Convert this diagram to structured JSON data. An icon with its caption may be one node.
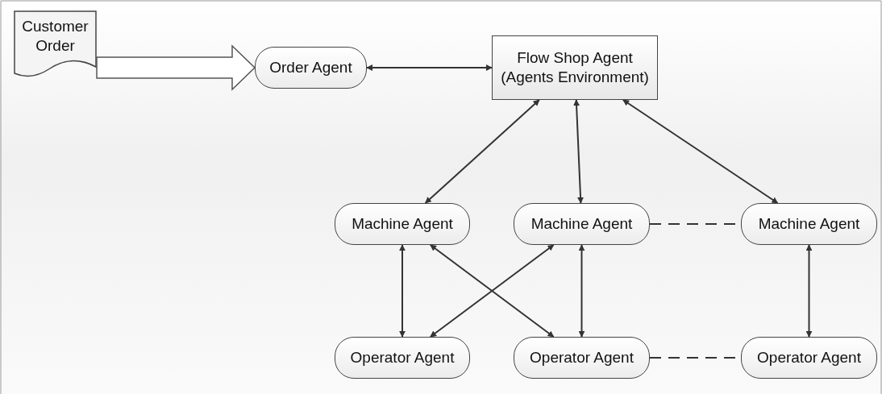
{
  "diagram": {
    "nodes": [
      {
        "text": [
          "Customer Order"
        ]
      },
      {
        "text": [
          "Order Agent"
        ]
      },
      {
        "text": [
          "Flow Shop Agent (Agents Environment)"
        ]
      },
      {
        "text": [
          "Machine Agent"
        ]
      },
      {
        "text": [
          "Machine Agent"
        ]
      },
      {
        "text": [
          "Machine Agent"
        ]
      },
      {
        "text": [
          "Operator Agent"
        ]
      },
      {
        "text": [
          "Operator Agent"
        ]
      },
      {
        "text": [
          "Operator Agent"
        ]
      }
    ],
    "edges": [
      {
        "from": 0,
        "to": 1,
        "arrow": "to",
        "style": "thick"
      },
      {
        "from": 1,
        "to": 2,
        "arrow": "both"
      },
      {
        "from": 2,
        "to": 3,
        "arrow": "both"
      },
      {
        "from": 2,
        "to": 4,
        "arrow": "both"
      },
      {
        "from": 2,
        "to": 5,
        "arrow": "both"
      },
      {
        "from": 4,
        "to": 5,
        "arrow": "none",
        "style": "dashed"
      },
      {
        "from": 3,
        "to": 6,
        "arrow": "both"
      },
      {
        "from": 3,
        "to": 7,
        "arrow": "both"
      },
      {
        "from": 4,
        "to": 6,
        "arrow": "both"
      },
      {
        "from": 4,
        "to": 7,
        "arrow": "both"
      },
      {
        "from": 5,
        "to": 8,
        "arrow": "both"
      },
      {
        "from": 7,
        "to": 8,
        "arrow": "none",
        "style": "dashed"
      }
    ]
  }
}
